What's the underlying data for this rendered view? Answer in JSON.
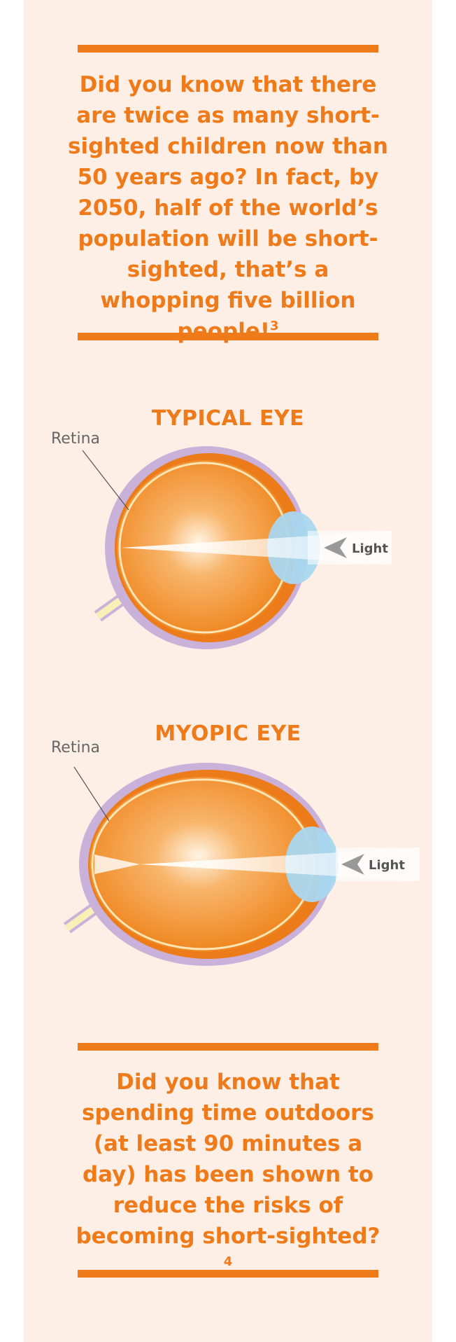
{
  "fact_top": {
    "text": "Did you know that there are twice as many short-sighted children now than 50 years ago? In fact, by 2050, half of the world’s population will be short-sighted, that’s a whopping five billion people!",
    "footnote": "3"
  },
  "typical_eye": {
    "title": "TYPICAL EYE",
    "retina_label": "Retina",
    "light_label": "Light"
  },
  "myopic_eye": {
    "title": "MYOPIC EYE",
    "retina_label": "Retina",
    "light_label": "Light"
  },
  "fact_bottom": {
    "text": "Did you know that spending time outdoors (at least 90 minutes a day) has been shown to reduce the risks of becoming short-sighted?",
    "footnote": "4"
  },
  "colors": {
    "accent": "#ef7a1a",
    "panel_bg": "#fdefe6",
    "eye_outline": "#c9b1d9",
    "cornea": "#a9d7ef",
    "nerve": "#fbefb8"
  },
  "icons": {
    "light_arrow": "chevron-left-icon"
  }
}
